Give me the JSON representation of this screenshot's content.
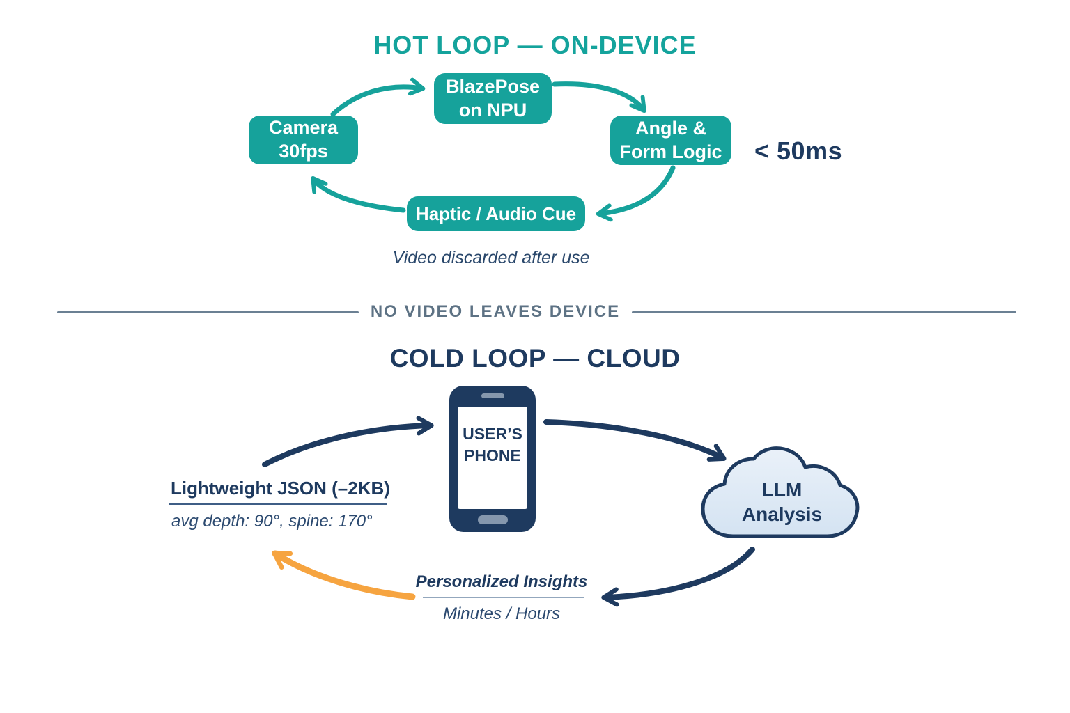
{
  "colors": {
    "teal": "#16a29b",
    "navy": "#1e3a5f",
    "slate": "#5d7284",
    "orange": "#f6a440",
    "cloud_fill": "#dce8f5"
  },
  "hot_loop": {
    "title": "HOT LOOP — ON-DEVICE",
    "nodes": [
      {
        "id": "camera",
        "label": "Camera\n30fps"
      },
      {
        "id": "blazepose",
        "label": "BlazePose\non NPU"
      },
      {
        "id": "angle-form",
        "label": "Angle &\nForm Logic"
      },
      {
        "id": "haptic-audio",
        "label": "Haptic / Audio Cue"
      }
    ],
    "latency": "< 50ms",
    "caption": "Video discarded after use"
  },
  "divider": {
    "label": "NO VIDEO LEAVES DEVICE"
  },
  "cold_loop": {
    "title": "COLD LOOP — CLOUD",
    "phone": {
      "label": "USER’S\nPHONE"
    },
    "cloud": {
      "label": "LLM\nAnalysis"
    },
    "json_payload": {
      "label": "Lightweight JSON (–2KB)",
      "detail": "avg depth: 90°, spine: 170°"
    },
    "insights": {
      "label": "Personalized Insights",
      "detail": "Minutes / Hours"
    }
  }
}
